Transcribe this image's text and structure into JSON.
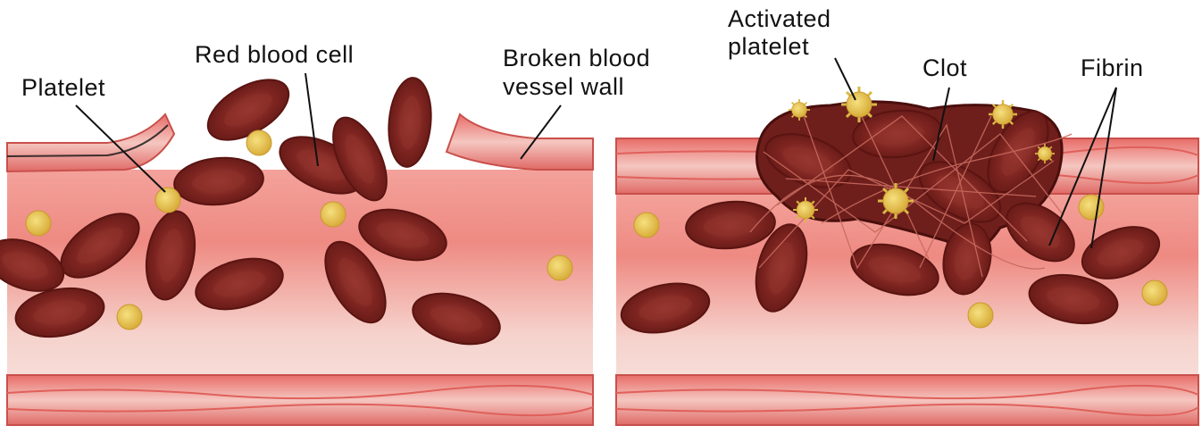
{
  "labels": {
    "platelet": "Platelet",
    "red_blood_cell": "Red blood cell",
    "broken_wall_line1": "Broken blood",
    "broken_wall_line2": "vessel wall",
    "activated_line1": "Activated",
    "activated_line2": "platelet",
    "clot": "Clot",
    "fibrin": "Fibrin"
  },
  "colors": {
    "vessel_wall": "#e2716f",
    "vessel_wall_light": "#f4c2bd",
    "lumen": "#f6d5d0",
    "lumen_core": "#f08f88",
    "rbc": "#7e2521",
    "rbc_center": "#9c3a33",
    "platelet": "#e8c455",
    "clot": "#6b1e1b"
  },
  "icons": [
    "red-blood-cell-icon",
    "platelet-icon",
    "activated-platelet-icon",
    "fibrin-mesh-icon"
  ]
}
